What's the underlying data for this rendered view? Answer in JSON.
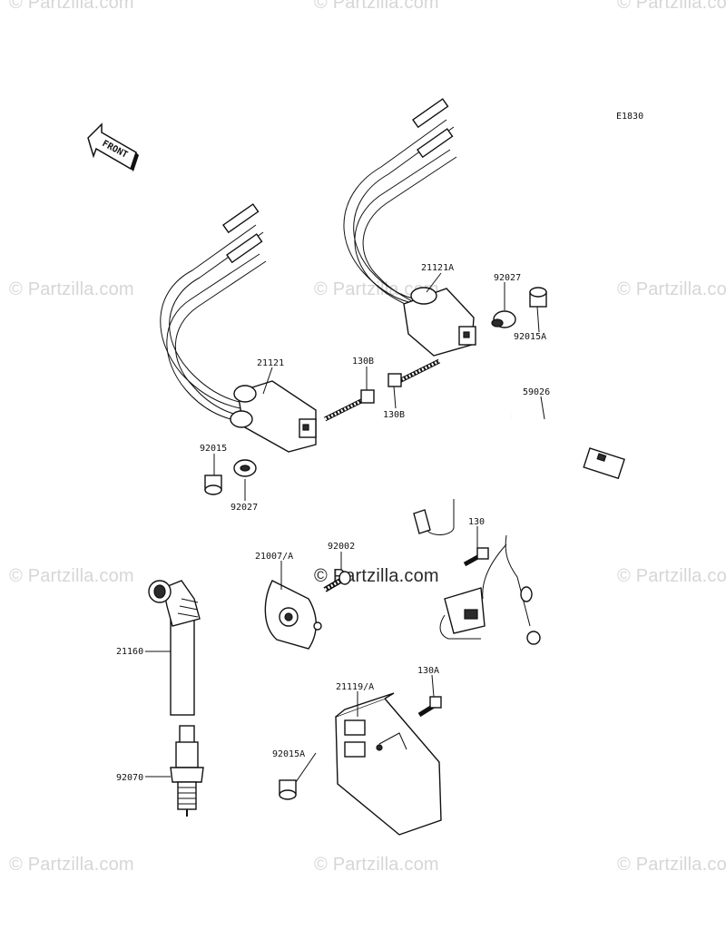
{
  "watermark": {
    "text": "© Partzilla.com"
  },
  "diagram_code": "E1830",
  "front_label": "FRONT",
  "labels": {
    "p21121A": "21121A",
    "p92027_top": "92027",
    "p92015A_top": "92015A",
    "p130B_top": "130B",
    "p130B_bottom": "130B",
    "p21121": "21121",
    "p59026": "59026",
    "p92015": "92015",
    "p92027_bottom": "92027",
    "p130": "130",
    "p21007A": "21007/A",
    "p92002": "92002",
    "p21160": "21160",
    "p21119A": "21119/A",
    "p130A": "130A",
    "p92015A_bottom": "92015A",
    "p92070": "92070"
  }
}
